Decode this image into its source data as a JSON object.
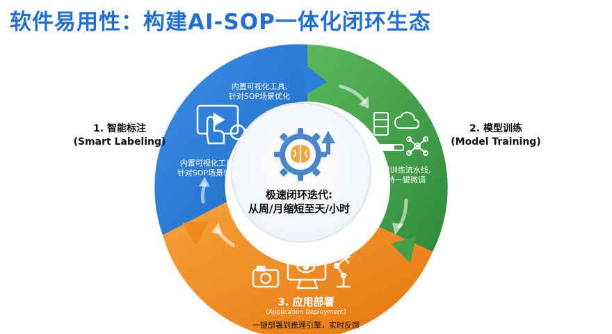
{
  "title": "软件易用性：构建AI-SOP一体化闭环生态",
  "colors": {
    "blue": "#2b7fd6",
    "green": "#43a047",
    "orange": "#f08a1c",
    "title": "#1f6fd6"
  },
  "center": {
    "line1": "极速闭环迭代:",
    "line2": "从周/月缩短至天/小时",
    "icon": "brain-gear-icon"
  },
  "stages": {
    "labeling": {
      "label_cn": "1. 智能标注",
      "label_en": "(Smart Labeling)",
      "note_top_1": "内置可视化工具,",
      "note_top_2": "针对SOP场景优化",
      "note_bottom_1": "内置可视化工具,",
      "note_bottom_2": "针对SOP场景优化",
      "icon": "touch-screen-video-icon"
    },
    "training": {
      "label_cn": "2. 模型训练",
      "label_en": "(Model Training)",
      "note_1": "集成训练流水线,",
      "note_2": "支持一键微调",
      "icon": "server-cloud-network-icon"
    },
    "deployment": {
      "label_cn": "3. 应用部署",
      "label_en": "(Application Deployment)",
      "note": "一键部署到推理引擎，实时反馈",
      "icon": "camera-monitor-robot-arm-icon"
    }
  }
}
